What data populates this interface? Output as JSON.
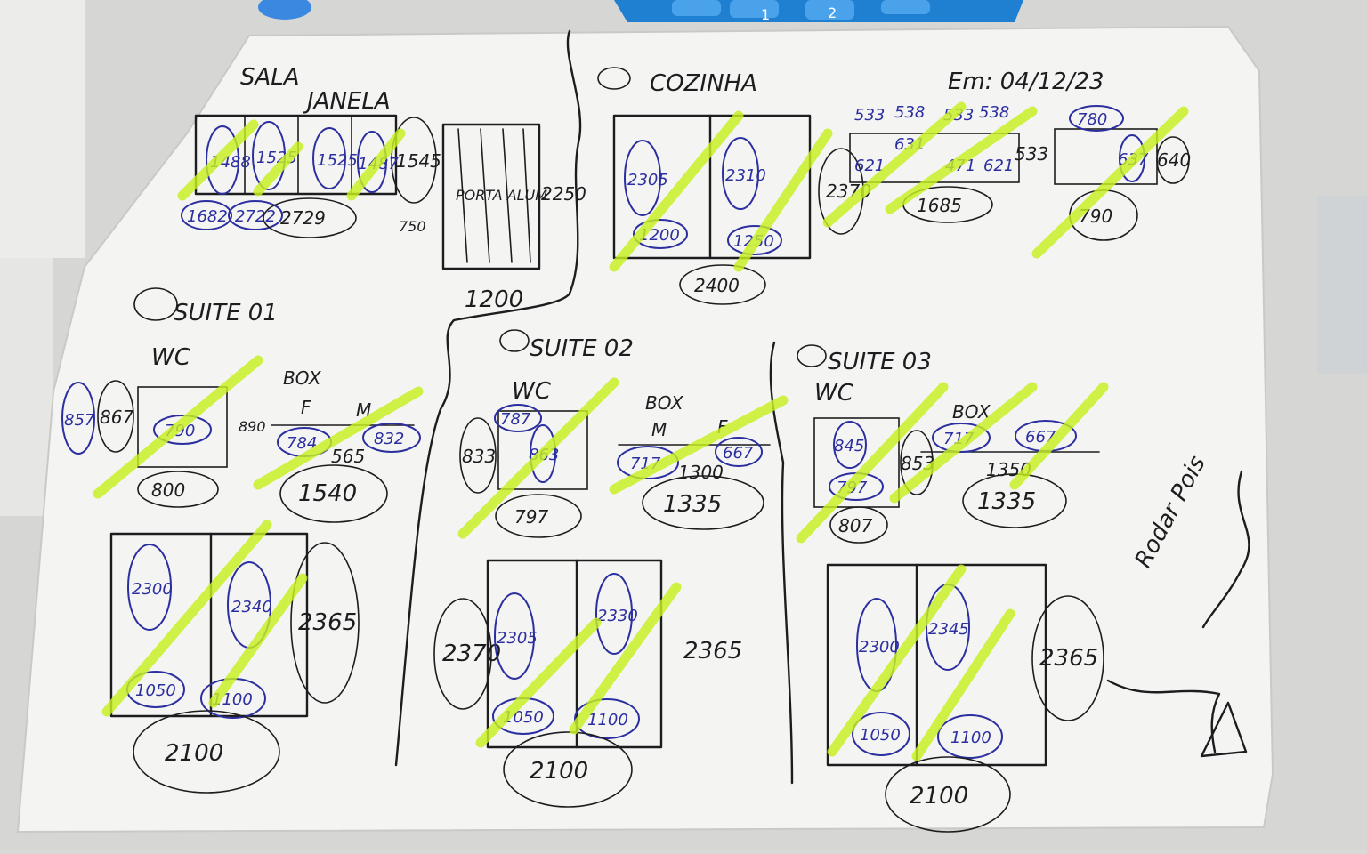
{
  "colors": {
    "paper": "#f4f4f2",
    "ink_black": "#1d1d1f",
    "ink_blue": "#2b2fa0",
    "highlighter": "#c8f01e",
    "calculator": "#1f7fd0",
    "desk": "#d9d9d7"
  },
  "header": {
    "date": "Em: 04/12/23"
  },
  "sala": {
    "title": "SALA",
    "sub": "JANELA",
    "w1": "1488",
    "w2": "1525",
    "w3": "1525",
    "w4": "1487",
    "h_right": "1545",
    "bottom1": "1682",
    "bottom2": "2722",
    "bottom3": "2729",
    "side": "750",
    "porta_label": "PORTA ALUM",
    "porta_h": "2250",
    "porta_w": "1200"
  },
  "cozinha": {
    "title": "COZINHA",
    "left_h": "2305",
    "right_h": "2310",
    "b1": "1200",
    "b2": "1250",
    "width": "2400",
    "side": "2370",
    "upper": [
      "533",
      "538",
      "533",
      "538"
    ],
    "mid": [
      "621",
      "631",
      "471",
      "621"
    ],
    "right_vals": [
      "533",
      "1685"
    ],
    "small_win": [
      "780",
      "637",
      "640",
      "790"
    ]
  },
  "suite01": {
    "title": "SUITE 01",
    "wc": "WC",
    "box": "BOX",
    "wc_vals": [
      "857",
      "867",
      "790",
      "890",
      "800"
    ],
    "box_vals": [
      "F",
      "M",
      "784",
      "565",
      "832",
      "1540"
    ],
    "door": [
      "2300",
      "2340",
      "2365",
      "1050",
      "1100",
      "2100"
    ]
  },
  "suite02": {
    "title": "SUITE 02",
    "wc": "WC",
    "box": "BOX",
    "wc_vals": [
      "787",
      "833",
      "863",
      "797"
    ],
    "box_vals": [
      "M",
      "F",
      "717",
      "667",
      "1300",
      "1335"
    ],
    "door": [
      "2370",
      "2305",
      "2330",
      "2365",
      "1050",
      "1100",
      "2100"
    ]
  },
  "suite03": {
    "title": "SUITE 03",
    "wc": "WC",
    "box": "BOX",
    "wc_vals": [
      "845",
      "797",
      "853",
      "807"
    ],
    "box_vals": [
      "717",
      "667",
      "1350",
      "1335"
    ],
    "door": [
      "2300",
      "2345",
      "2365",
      "1050",
      "1100",
      "2100"
    ]
  },
  "note": {
    "text": "Rodar Pois"
  },
  "calculator": {
    "keys": [
      "1",
      "2"
    ]
  }
}
